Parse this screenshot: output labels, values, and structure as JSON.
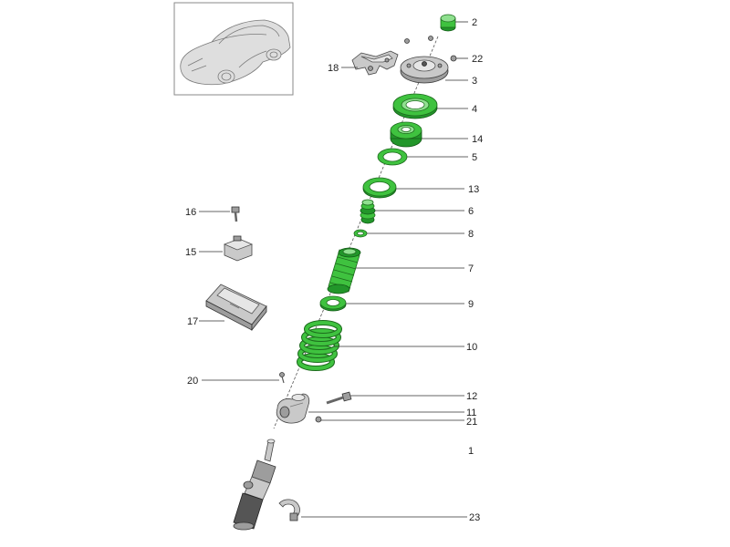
{
  "callouts": {
    "c1": "1",
    "c2": "2",
    "c3": "3",
    "c4": "4",
    "c5": "5",
    "c6": "6",
    "c7": "7",
    "c8": "8",
    "c9": "9",
    "c10": "10",
    "c11": "11",
    "c12": "12",
    "c13": "13",
    "c14": "14",
    "c15": "15",
    "c16": "16",
    "c17": "17",
    "c18": "18",
    "c20": "20",
    "c21": "21",
    "c22": "22",
    "c23": "23"
  },
  "colors": {
    "part_highlight": "#3fc23f",
    "part_standard": "#c9c9c9",
    "leader_line": "#333333"
  }
}
